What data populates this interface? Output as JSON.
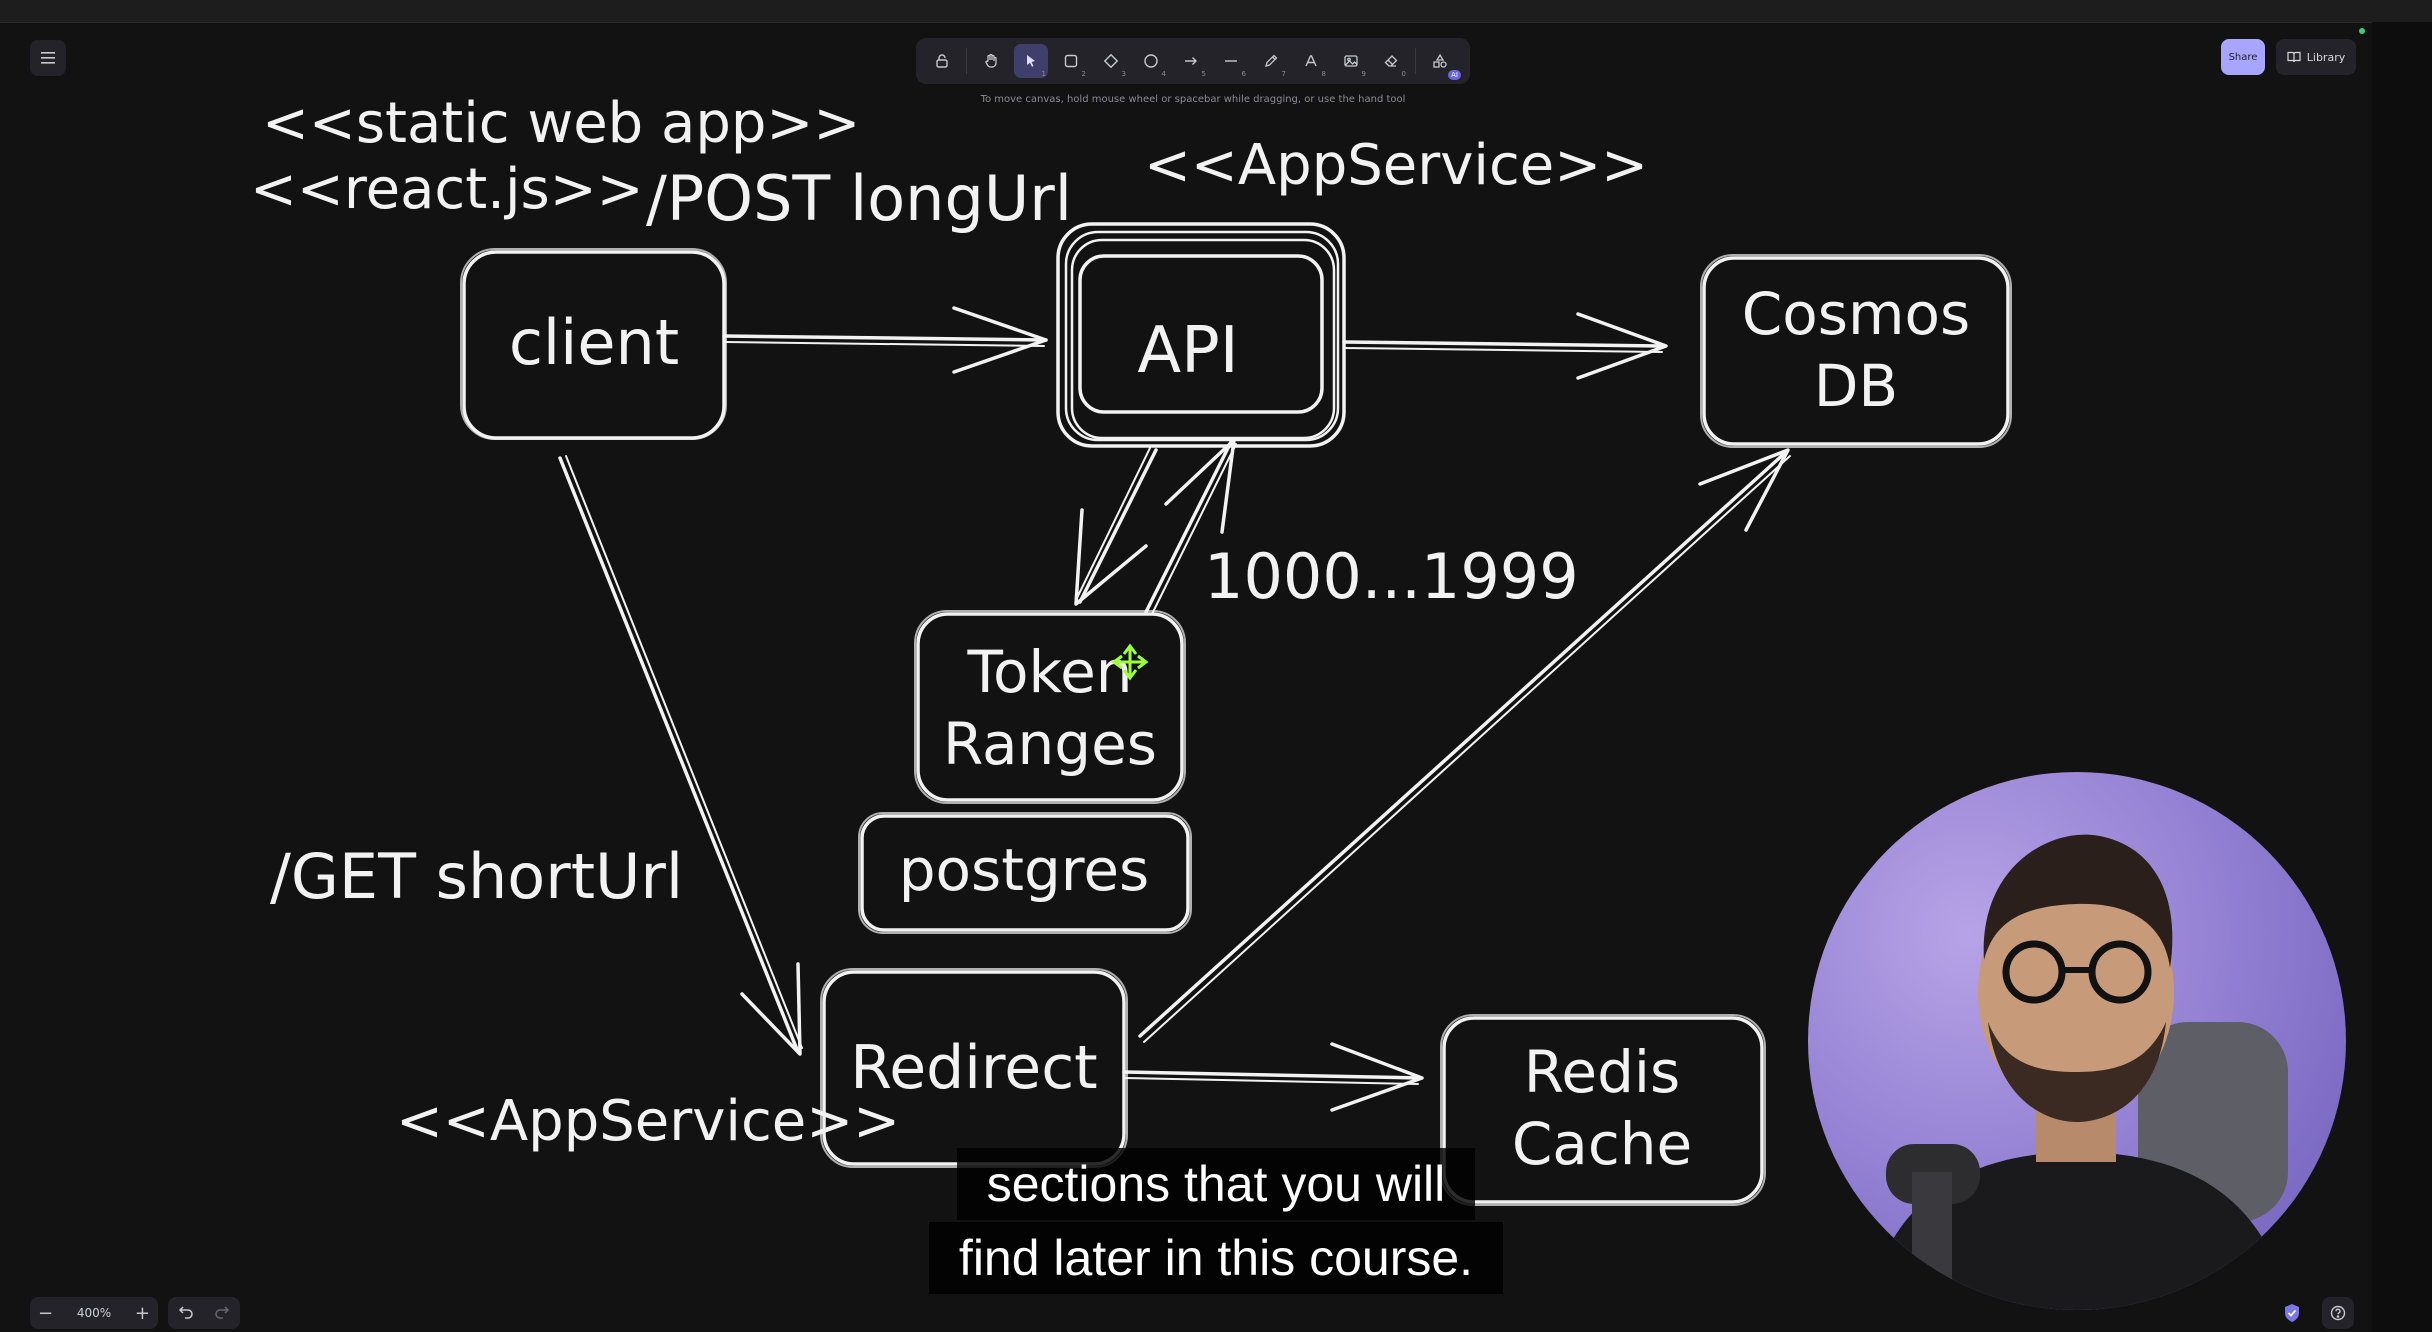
{
  "toolbar": {
    "tools": [
      {
        "name": "lock",
        "key": ""
      },
      {
        "name": "hand",
        "key": ""
      },
      {
        "name": "selection",
        "key": "1"
      },
      {
        "name": "rectangle",
        "key": "2"
      },
      {
        "name": "diamond",
        "key": "3"
      },
      {
        "name": "ellipse",
        "key": "4"
      },
      {
        "name": "arrow",
        "key": "5"
      },
      {
        "name": "line",
        "key": "6"
      },
      {
        "name": "draw",
        "key": "7"
      },
      {
        "name": "text",
        "key": "8"
      },
      {
        "name": "image",
        "key": "9"
      },
      {
        "name": "eraser",
        "key": "0"
      },
      {
        "name": "ai-tools",
        "key": "AI"
      }
    ],
    "active_tool": "selection",
    "hint": "To move canvas, hold mouse wheel or spacebar while dragging, or use the hand tool"
  },
  "header": {
    "share_label": "Share",
    "library_label": "Library"
  },
  "footer": {
    "zoom": "400%"
  },
  "diagram": {
    "labels": {
      "static_web_app": "<<static web app>>",
      "react": "<<react.js>>",
      "post": "/POST longUrl",
      "appservice_top": "<<AppService>>",
      "range": "1000...1999",
      "get": "/GET shortUrl",
      "appservice_bottom": "<<AppService>>"
    },
    "nodes": {
      "client": "client",
      "api": "API",
      "cosmos_line1": "Cosmos",
      "cosmos_line2": "DB",
      "token_line1": "Token",
      "token_line2": "Ranges",
      "postgres": "postgres",
      "redirect": "Redirect",
      "redis_line1": "Redis",
      "redis_line2": "Cache"
    }
  },
  "caption": {
    "line1": "sections that you will",
    "line2": "find later in this course."
  },
  "colors": {
    "canvas": "#121212",
    "ink": "#f2f2f2",
    "accent": "#a8a5ff",
    "active_tool": "#403e6a"
  }
}
